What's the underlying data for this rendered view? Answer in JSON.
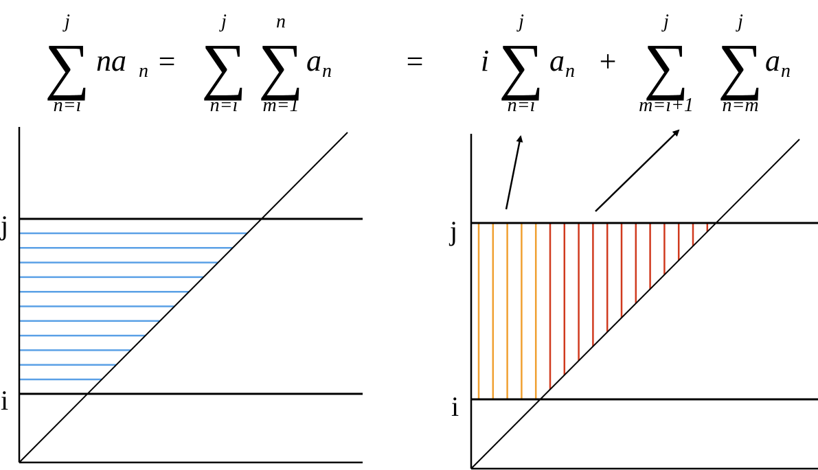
{
  "equation": {
    "lhs": {
      "upper": "j",
      "summand": "na",
      "summand_sub": "n",
      "lower": "n=i"
    },
    "eq1": "=",
    "double_sum": {
      "outer_upper": "j",
      "outer_lower": "n=i",
      "inner_upper": "n",
      "inner_lower": "m=1",
      "summand": "a",
      "summand_sub": "n"
    },
    "eq2": "=",
    "first_term": {
      "coef": "i",
      "upper": "j",
      "lower": "n=i",
      "summand": "a",
      "summand_sub": "n"
    },
    "plus": "+",
    "second_term": {
      "outer_upper": "j",
      "outer_lower": "m=i+1",
      "inner_upper": "j",
      "inner_lower": "n=m",
      "summand": "a",
      "summand_sub": "n"
    },
    "sigma": "∑"
  },
  "left_diagram": {
    "label_j": "j",
    "label_i": "i",
    "hatch": "horizontal",
    "hatch_lines": 11,
    "hatch_color": "#5aa0e6"
  },
  "right_diagram": {
    "label_j": "j",
    "label_i": "i",
    "hatch": "vertical",
    "orange_lines": 5,
    "red_lines": 12,
    "orange_color": "#f0a030",
    "red_color": "#d03a1e"
  },
  "arrows": [
    {
      "from": "orange-region",
      "to": "first_term"
    },
    {
      "from": "red-region",
      "to": "second_term"
    }
  ]
}
